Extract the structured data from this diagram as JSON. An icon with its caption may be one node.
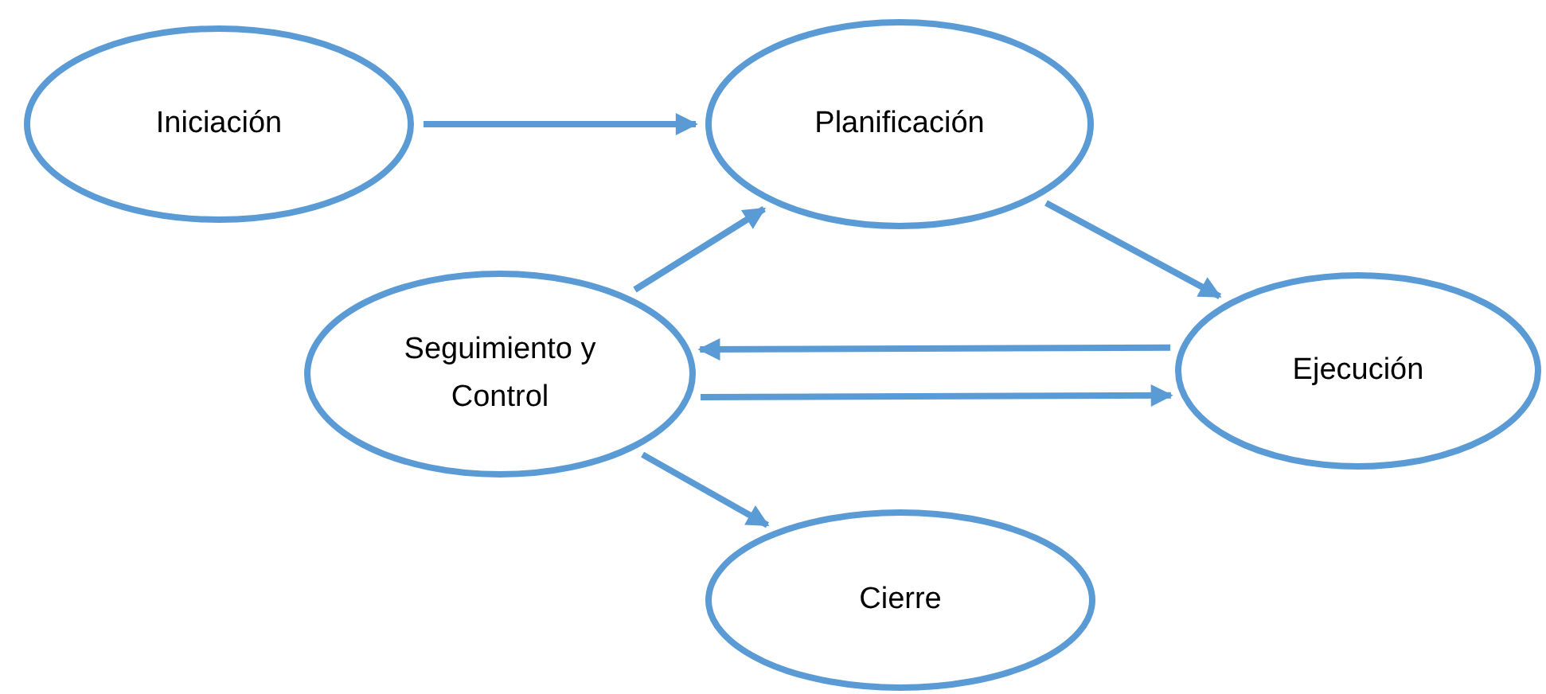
{
  "diagram": {
    "nodes": [
      {
        "text": [
          "Iniciación"
        ]
      },
      {
        "text": [
          "Planificación"
        ]
      },
      {
        "text": [
          "Seguimiento y Control"
        ]
      },
      {
        "text": [
          "Ejecución"
        ]
      },
      {
        "text": [
          "Cierre"
        ]
      }
    ],
    "edges": [
      {
        "from": 0,
        "to": 1,
        "arrow": "to"
      },
      {
        "from": 1,
        "to": 3,
        "arrow": "to"
      },
      {
        "from": 2,
        "to": 1,
        "arrow": "to"
      },
      {
        "from": 3,
        "to": 2,
        "arrow": "to"
      },
      {
        "from": 2,
        "to": 3,
        "arrow": "to"
      },
      {
        "from": 2,
        "to": 4,
        "arrow": "to"
      }
    ]
  }
}
